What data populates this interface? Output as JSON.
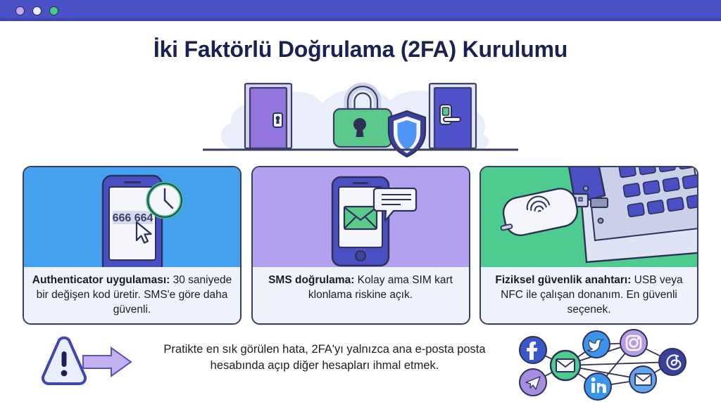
{
  "window": {
    "titlebar": {
      "dots": [
        {
          "name": "window-dot-close",
          "color": "#c9a8ea"
        },
        {
          "name": "window-dot-minimize",
          "color": "#e8ecf5"
        },
        {
          "name": "window-dot-maximize",
          "color": "#46cc87"
        }
      ]
    }
  },
  "header": {
    "title": "İki Faktörlü Doğrulama (2FA) Kurulumu"
  },
  "hero": {
    "name": "two-factor-authentication-illustration",
    "elements": [
      {
        "name": "door-left-icon",
        "color": "#9375e0"
      },
      {
        "name": "padlock-icon",
        "color": "#5cc98c"
      },
      {
        "name": "shield-icon",
        "color": "#3d8ef7"
      },
      {
        "name": "door-right-icon",
        "color": "#4f52c9"
      },
      {
        "name": "cloud-backdrop",
        "color": "#e9eefa"
      },
      {
        "name": "ground-line",
        "color": "#3a3f63"
      }
    ]
  },
  "cards": [
    {
      "id": "authenticator-app",
      "art_name": "phone-with-otp-code-illustration",
      "bg": "#45a0ef",
      "code": "666 664",
      "caption_bold": "Authenticator uygulaması:",
      "caption_rest": " 30 saniyede bir değişen kod üretir. SMS'e göre daha güvenli."
    },
    {
      "id": "sms-verification",
      "art_name": "phone-with-sms-message-illustration",
      "bg": "#b3a0ee",
      "caption_bold": "SMS doğrulama:",
      "caption_rest": " Kolay ama SIM kart klonlama riskine açık."
    },
    {
      "id": "security-key",
      "art_name": "laptop-with-usb-security-key-illustration",
      "bg": "#4ecb8e",
      "caption_bold": "Fiziksel güvenlik anahtarı:",
      "caption_rest": " USB veya NFC ile çalışan donanım. En güvenli seçenek."
    }
  ],
  "bottom": {
    "warning_icon_name": "warning-triangle-icon",
    "arrow_icon_name": "arrow-right-icon",
    "note": "Pratikte en sık görülen hata, 2FA'yı yalnızca ana e-posta posta hesabında açıp diğer hesapları ihmal etmek.",
    "social_cluster_name": "connected-accounts-network",
    "social_nodes": [
      {
        "name": "facebook-icon",
        "color": "#3a57c9"
      },
      {
        "name": "telegram-icon",
        "color": "#a88ce0"
      },
      {
        "name": "email-hub-icon",
        "color": "#4ecb8e"
      },
      {
        "name": "twitter-icon",
        "color": "#3c94ea"
      },
      {
        "name": "linkedin-icon",
        "color": "#3c94ea"
      },
      {
        "name": "instagram-icon",
        "color": "#b99ae4"
      },
      {
        "name": "threads-icon",
        "color": "#3a3f9e"
      },
      {
        "name": "email-icon",
        "color": "#63a5ee"
      }
    ]
  },
  "colors": {
    "titlebar": "#4a51c4",
    "title_text": "#1b2150",
    "card_border": "#3a3f63",
    "caption_bg": "#eef2fa"
  }
}
